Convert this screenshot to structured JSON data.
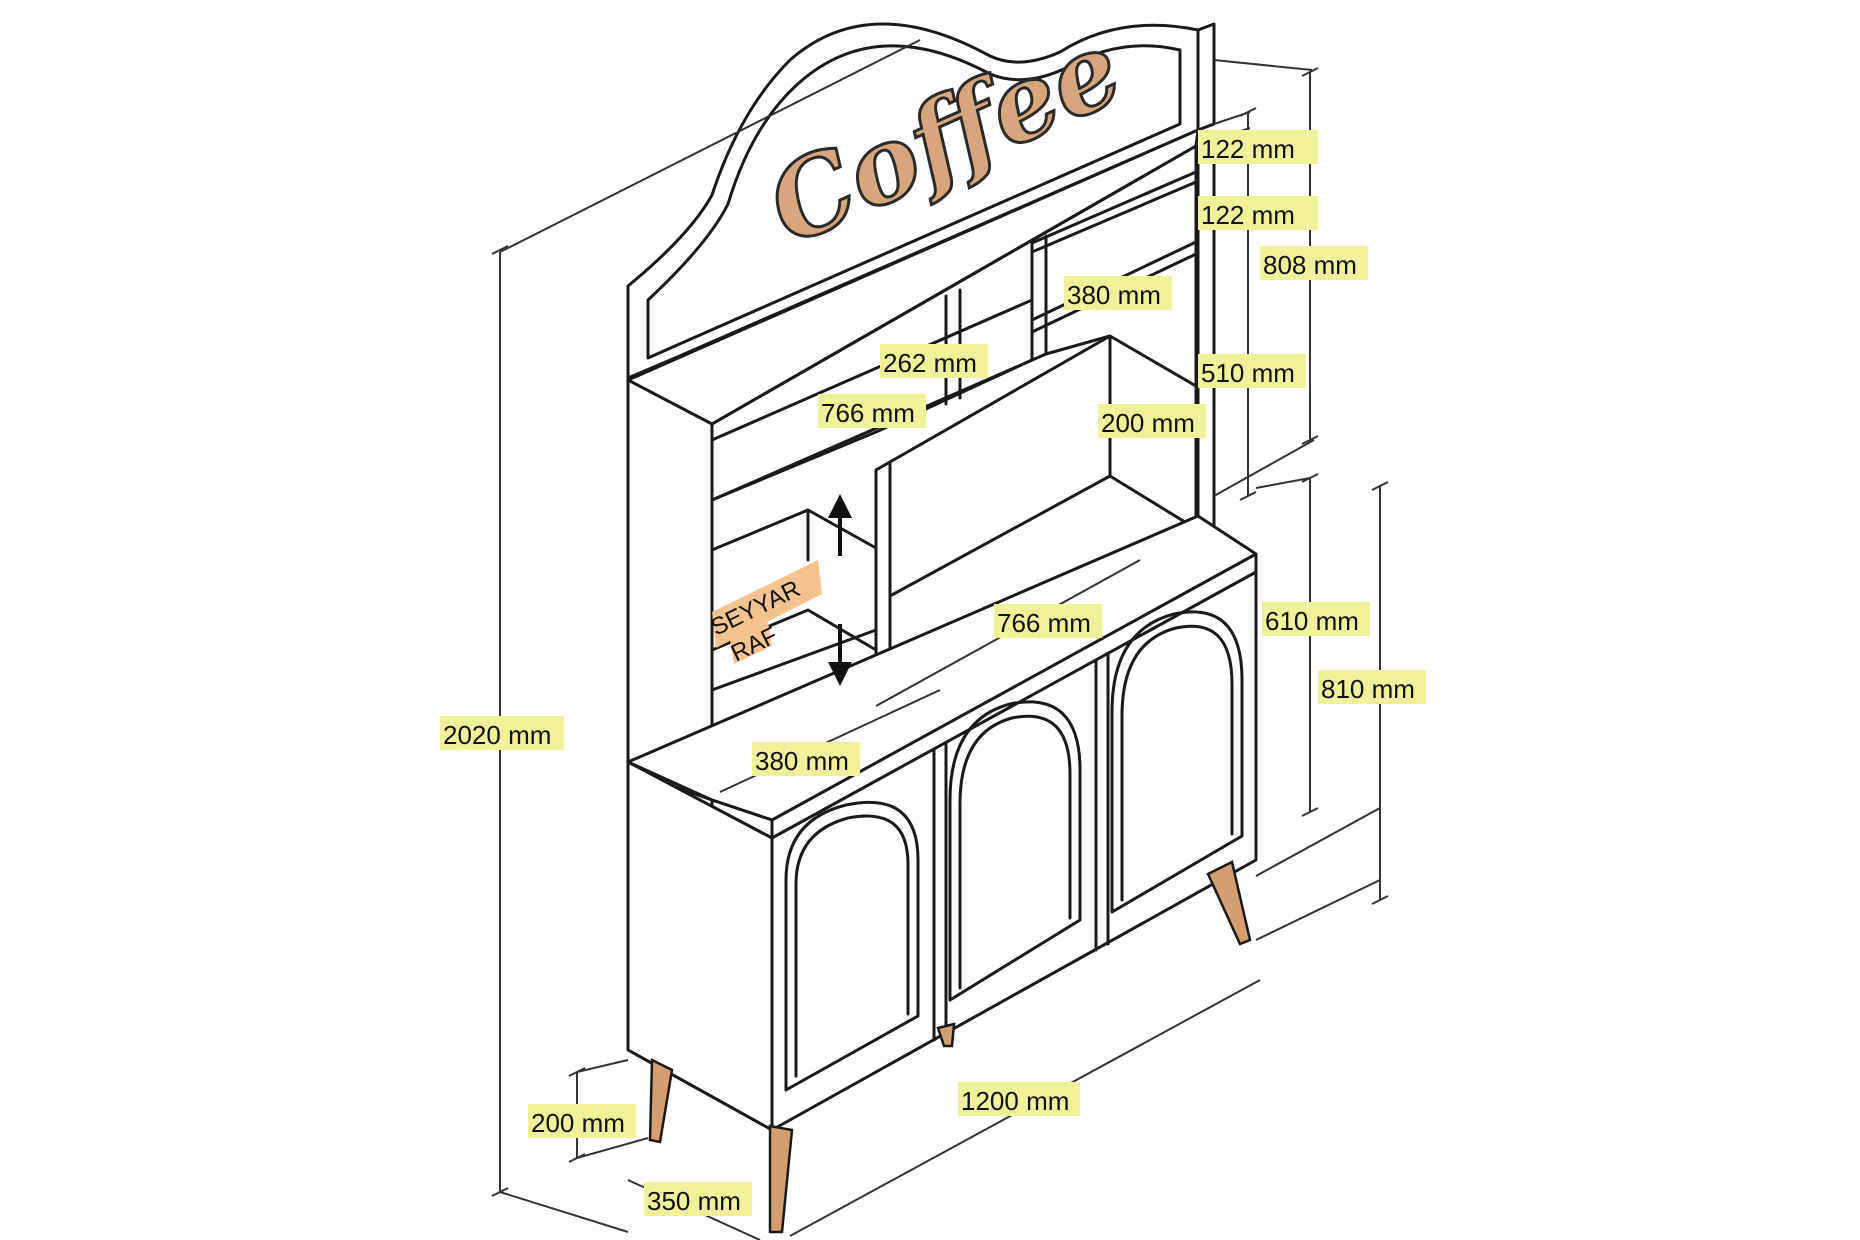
{
  "logo": {
    "text": "Coffee",
    "fill_color": "#d6a77e"
  },
  "colors": {
    "label_highlight": "#f1f19a",
    "tag_highlight": "#f4c38e",
    "leg_wood": "#d39e70"
  },
  "shelf_tag": {
    "line1": "SEYYAR",
    "line2": "RAF"
  },
  "dimensions": {
    "total_height": "2020 mm",
    "top_122_a": "122 mm",
    "top_122_b": "122 mm",
    "top_808": "808 mm",
    "top_380": "380 mm",
    "top_510": "510 mm",
    "top_262": "262 mm",
    "top_766": "766 mm",
    "top_200": "200 mm",
    "mid_766": "766 mm",
    "mid_380": "380 mm",
    "base_610": "610 mm",
    "base_810": "810 mm",
    "leg_200": "200 mm",
    "depth_350": "350 mm",
    "width_1200": "1200 mm"
  }
}
